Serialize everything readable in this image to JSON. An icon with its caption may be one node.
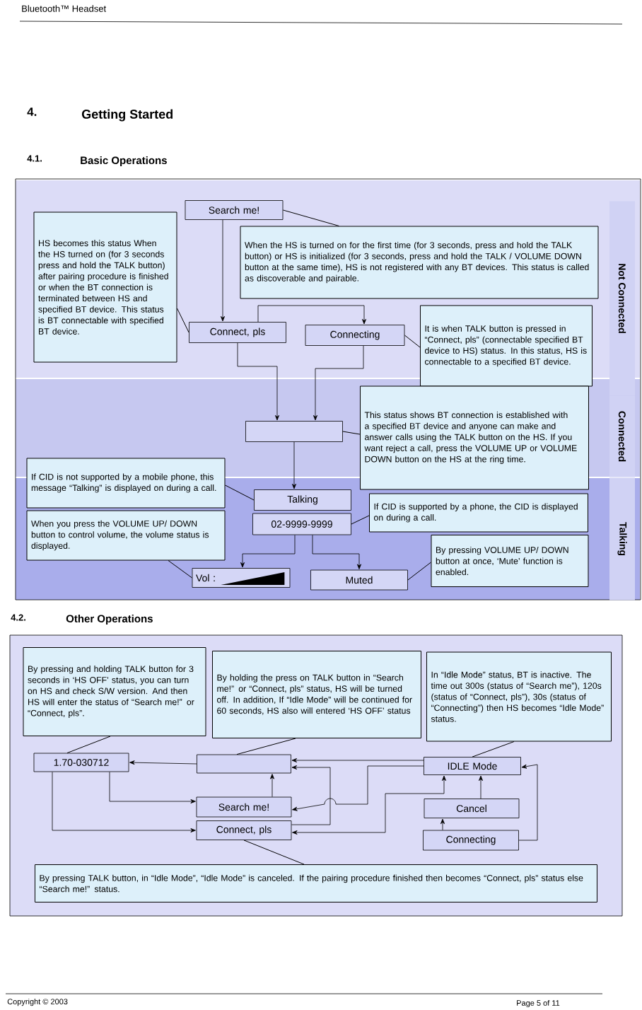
{
  "diagram": {
    "title": "Getting Started",
    "nodes": [
      {
        "text": [
          "Search me!"
        ]
      },
      {
        "text": [
          "HS becomes this status When the HS turned on (for 3 seconds press and hold the TALK button) after pairing procedure is finished or when the BT connection is terminated between HS and specified BT device. This status is BT connectable with specified BT device."
        ]
      },
      {
        "text": [
          "When the HS is turned on for the first time (for 3 seconds, press and hold the TALK button) or HS is initialized (for 3 seconds, press and hold the TALK / VOLUME DOWN button at the same time), HS is not registered with any BT devices. This status is called as discoverable and pairable."
        ]
      },
      {
        "text": [
          "Connect, pls"
        ]
      },
      {
        "text": [
          "Connecting"
        ]
      },
      {
        "text": [
          "It is when TALK button is pressed in “Connect, pls” (connectable specified BT device to HS) status. In this status, HS is connectable to a specified BT device."
        ]
      },
      {
        "text": [
          "This status shows BT connection is established with a specified BT device and anyone can make and answer calls using the TALK button on the HS. If you want reject a call, press the VOLUME UP or VOLUME DOWN button on the HS at the ring time."
        ]
      },
      {
        "text": [],
        "shape": "box"
      },
      {
        "text": [
          "If CID is not supported by a mobile phone, this message “Talking” is displayed on during a call."
        ]
      },
      {
        "text": [
          "Talking"
        ]
      },
      {
        "text": [
          "If CID is supported by a phone, the CID is displayed on during a call."
        ]
      },
      {
        "text": [
          "02-9999-9999"
        ]
      },
      {
        "text": [
          "When you press the VOLUME UP/ DOWN button to control volume, the volume status is displayed."
        ]
      },
      {
        "text": [
          "Vol :"
        ]
      },
      {
        "text": [
          "Muted"
        ]
      },
      {
        "text": [
          "By pressing VOLUME UP/ DOWN button at once, ‘Mute’ function is enabled."
        ]
      },
      {
        "text": [
          "Not Connected"
        ]
      },
      {
        "text": [
          "Connected"
        ]
      },
      {
        "text": [
          "Talking"
        ]
      },
      {
        "text": [
          "By pressing and holding TALK button for 3 seconds in ‘HS OFF’ status, you can turn on HS and check S/W version. And then HS will enter the status of “Search me!” or “Connect, pls”."
        ]
      },
      {
        "text": [
          "By holding the press on TALK button in “Search me!” or “Connect, pls” status, HS will be turned off. In addition, If “Idle Mode” will be continued for 60 seconds, HS also will entered ‘HS OFF’ status"
        ]
      },
      {
        "text": [
          "In “Idle Mode” status, BT is inactive. The time out 300s (status of “Search me”), 120s (status of “Connect, pls”), 30s (status of “Connecting”) then HS becomes “Idle Mode” status."
        ]
      },
      {
        "text": [
          "1.70-030712"
        ]
      },
      {
        "text": [],
        "shape": "box"
      },
      {
        "text": [
          "IDLE Mode"
        ]
      },
      {
        "text": [
          "Search me!"
        ]
      },
      {
        "text": [
          "Connect, pls"
        ]
      },
      {
        "text": [
          "Cancel"
        ]
      },
      {
        "text": [
          "Connecting"
        ]
      },
      {
        "text": [
          "By pressing TALK button, in “Idle Mode”, “Idle Mode” is canceled. If the pairing procedure finished then becomes “Connect, pls” status else “Search me!” status."
        ]
      }
    ],
    "edges": [
      {
        "from": 0,
        "to": 3,
        "arrow": "to"
      },
      {
        "from": 3,
        "to": 4,
        "arrow": "to"
      },
      {
        "from": 3,
        "to": 7,
        "arrow": "to"
      },
      {
        "from": 4,
        "to": 7,
        "arrow": "to"
      },
      {
        "from": 7,
        "to": 9,
        "arrow": "to"
      },
      {
        "from": 11,
        "to": 13,
        "arrow": "to"
      },
      {
        "from": 11,
        "to": 14,
        "arrow": "to"
      },
      {
        "from": 1,
        "to": 3,
        "arrow": "none"
      },
      {
        "from": 2,
        "to": 0,
        "arrow": "none"
      },
      {
        "from": 5,
        "to": 4,
        "arrow": "none"
      },
      {
        "from": 6,
        "to": 7,
        "arrow": "none"
      },
      {
        "from": 8,
        "to": 9,
        "arrow": "none"
      },
      {
        "from": 10,
        "to": 11,
        "arrow": "none"
      },
      {
        "from": 12,
        "to": 13,
        "arrow": "none"
      },
      {
        "from": 15,
        "to": 14,
        "arrow": "none"
      },
      {
        "from": 23,
        "to": 22,
        "arrow": "to"
      },
      {
        "from": 22,
        "to": 25,
        "arrow": "to"
      },
      {
        "from": 22,
        "to": 26,
        "arrow": "to"
      },
      {
        "from": 25,
        "to": 23,
        "arrow": "to"
      },
      {
        "from": 24,
        "to": 23,
        "arrow": "to"
      },
      {
        "from": 26,
        "to": 23,
        "arrow": "to"
      },
      {
        "from": 24,
        "to": 25,
        "arrow": "to"
      },
      {
        "from": 26,
        "to": 24,
        "arrow": "both"
      },
      {
        "from": 27,
        "to": 24,
        "arrow": "to"
      },
      {
        "from": 28,
        "to": 27,
        "arrow": "to"
      },
      {
        "from": 28,
        "to": 24,
        "arrow": "to"
      },
      {
        "from": 19,
        "to": 22,
        "arrow": "none"
      },
      {
        "from": 20,
        "to": 23,
        "arrow": "none"
      },
      {
        "from": 21,
        "to": 24,
        "arrow": "none"
      },
      {
        "from": 29,
        "to": 26,
        "arrow": "none"
      }
    ],
    "labels": [
      "Bluetooth™ Headset",
      "4.",
      "4.1.",
      "Basic Operations",
      "4.2.",
      "Other Operations",
      "Copyright © 2003",
      "Page 5 of 11"
    ]
  }
}
